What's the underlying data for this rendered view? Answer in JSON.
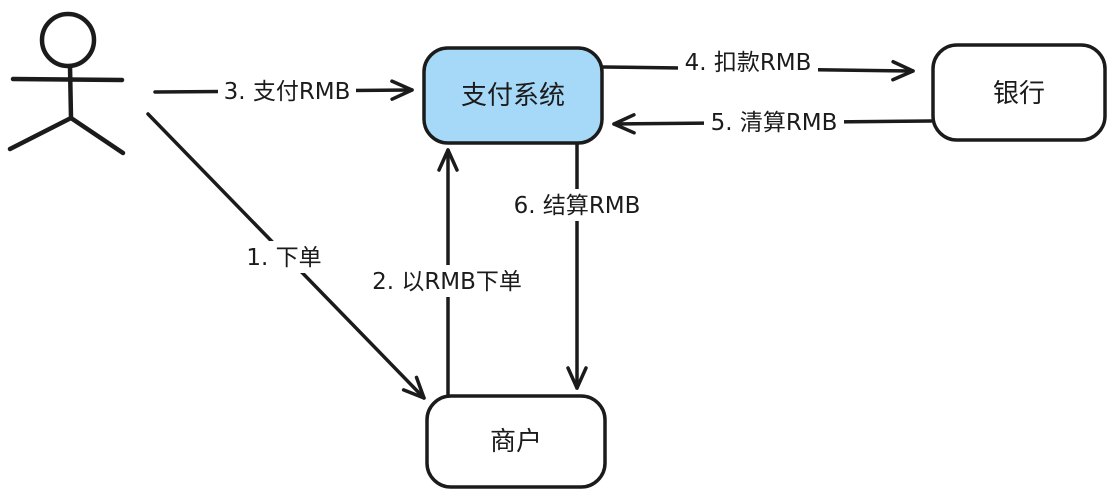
{
  "diagram": {
    "background": "#ffffff",
    "stroke_color": "#1b1b1b",
    "nodes": [
      {
        "id": "customer",
        "kind": "stick-figure",
        "label": ""
      },
      {
        "id": "payment-system",
        "kind": "rounded-box",
        "label": "支付系统",
        "fill": "#a6d9f7"
      },
      {
        "id": "bank",
        "kind": "rounded-box",
        "label": "银行",
        "fill": "#ffffff"
      },
      {
        "id": "merchant",
        "kind": "rounded-box",
        "label": "商户",
        "fill": "#ffffff"
      }
    ],
    "edges": [
      {
        "order": "1",
        "label": "1. 下单",
        "from": "customer",
        "to": "merchant",
        "direction": "diagonal-down-right"
      },
      {
        "order": "2",
        "label": "2. 以RMB下单",
        "from": "merchant",
        "to": "payment-system",
        "direction": "up"
      },
      {
        "order": "3",
        "label": "3. 支付RMB",
        "from": "customer",
        "to": "payment-system",
        "direction": "right"
      },
      {
        "order": "4",
        "label": "4. 扣款RMB",
        "from": "payment-system",
        "to": "bank",
        "direction": "right"
      },
      {
        "order": "5",
        "label": "5. 清算RMB",
        "from": "bank",
        "to": "payment-system",
        "direction": "left"
      },
      {
        "order": "6",
        "label": "6. 结算RMB",
        "from": "payment-system",
        "to": "merchant",
        "direction": "down"
      }
    ]
  }
}
